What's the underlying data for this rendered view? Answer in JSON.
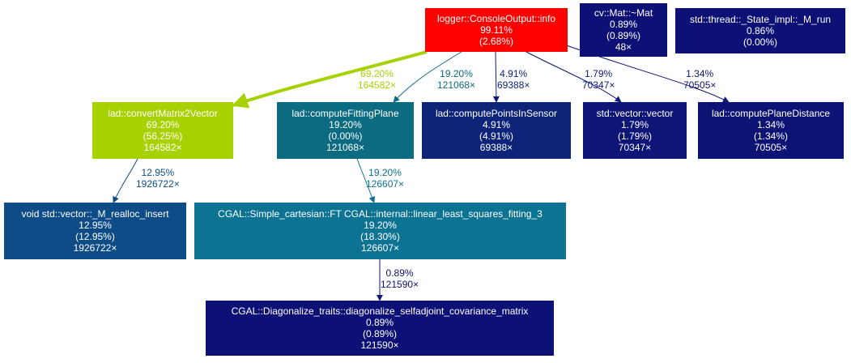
{
  "nodes": {
    "console_output": {
      "name": "logger::ConsoleOutput::info",
      "total": "99.11%",
      "self": "(2.68%)",
      "color": "#ff0000"
    },
    "mat_dtor": {
      "name": "cv::Mat::~Mat",
      "total": "0.89%",
      "self": "(0.89%)",
      "calls": "48×",
      "color": "#0d1075"
    },
    "thread_run": {
      "name": "std::thread::_State_impl::_M_run",
      "total": "0.86%",
      "self": "(0.00%)",
      "color": "#0d1075"
    },
    "convert_matrix": {
      "name": "lad::convertMatrix2Vector",
      "total": "69.20%",
      "self": "(56.25%)",
      "calls": "164582×",
      "color": "#a8d102"
    },
    "fitting_plane": {
      "name": "lad::computeFittingPlane",
      "total": "19.20%",
      "self": "(0.00%)",
      "calls": "121068×",
      "color": "#0b6b81"
    },
    "points_in_sensor": {
      "name": "lad::computePointsInSensor",
      "total": "4.91%",
      "self": "(4.91%)",
      "calls": "69388×",
      "color": "#0d2479"
    },
    "vector_ctor": {
      "name": "std::vector::vector",
      "total": "1.79%",
      "self": "(1.79%)",
      "calls": "70347×",
      "color": "#0d1576"
    },
    "plane_distance": {
      "name": "lad::computePlaneDistance",
      "total": "1.34%",
      "self": "(1.34%)",
      "calls": "70505×",
      "color": "#0d1375"
    },
    "realloc_insert": {
      "name": "void std::vector::_M_realloc_insert",
      "total": "12.95%",
      "self": "(12.95%)",
      "calls": "1926722×",
      "color": "#0d4c86"
    },
    "least_squares": {
      "name": "CGAL::Simple_cartesian::FT CGAL::internal::linear_least_squares_fitting_3",
      "total": "19.20%",
      "self": "(18.30%)",
      "calls": "126607×",
      "color": "#0c7392"
    },
    "diagonalize": {
      "name": "CGAL::Diagonalize_traits::diagonalize_selfadjoint_covariance_matrix",
      "total": "0.89%",
      "self": "(0.89%)",
      "calls": "121590×",
      "color": "#0d1075"
    }
  },
  "edges": {
    "console_to_convert": {
      "pct": "69.20%",
      "calls": "164582×",
      "color": "#a8d102"
    },
    "console_to_fitting": {
      "pct": "19.20%",
      "calls": "121068×",
      "color": "#0b6b81"
    },
    "console_to_points": {
      "pct": "4.91%",
      "calls": "69388×",
      "color": "#0d2479"
    },
    "console_to_vector": {
      "pct": "1.79%",
      "calls": "70347×",
      "color": "#0d1576"
    },
    "console_to_distance": {
      "pct": "1.34%",
      "calls": "70505×",
      "color": "#0d1375"
    },
    "convert_to_realloc": {
      "pct": "12.95%",
      "calls": "1926722×",
      "color": "#0d4c86"
    },
    "fitting_to_least": {
      "pct": "19.20%",
      "calls": "126607×",
      "color": "#0c7392"
    },
    "least_to_diag": {
      "pct": "0.89%",
      "calls": "121590×",
      "color": "#0d1075"
    }
  }
}
